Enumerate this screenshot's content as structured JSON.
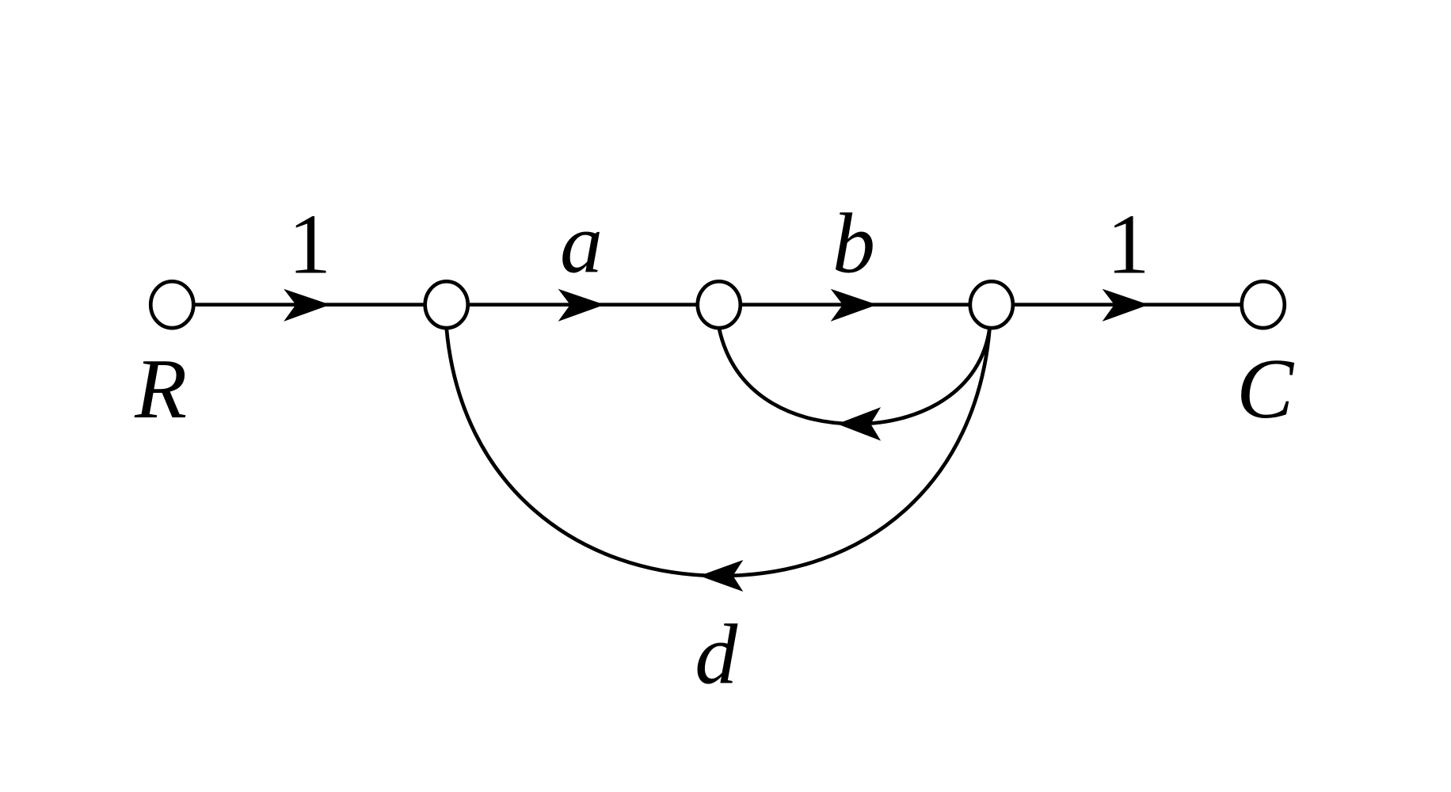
{
  "diagram": {
    "type": "signal-flow-graph",
    "nodes": [
      {
        "id": "n1",
        "label": "R"
      },
      {
        "id": "n2",
        "label": ""
      },
      {
        "id": "n3",
        "label": ""
      },
      {
        "id": "n4",
        "label": ""
      },
      {
        "id": "n5",
        "label": "C"
      }
    ],
    "edges": [
      {
        "from": "n1",
        "to": "n2",
        "gain": "1"
      },
      {
        "from": "n2",
        "to": "n3",
        "gain": "a"
      },
      {
        "from": "n3",
        "to": "n4",
        "gain": "b"
      },
      {
        "from": "n4",
        "to": "n5",
        "gain": "1"
      },
      {
        "from": "n4",
        "to": "n3",
        "gain": ""
      },
      {
        "from": "n4",
        "to": "n2",
        "gain": "d"
      }
    ]
  }
}
